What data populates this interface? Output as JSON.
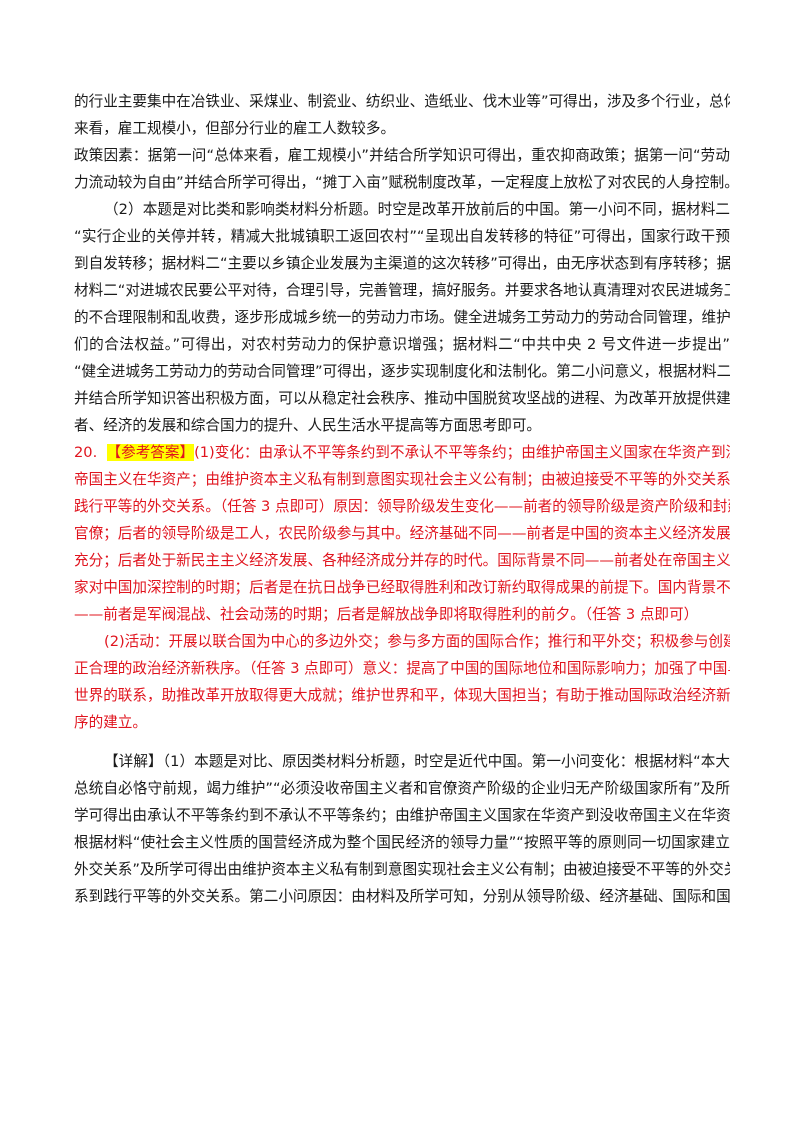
{
  "para1": {
    "lines": [
      "的行业主要集中在冶铁业、采煤业、制瓷业、纺织业、造纸业、伐木业等”可得出，涉及多个行业，总体",
      "来看，雇工规模小，但部分行业的雇工人数较多。"
    ]
  },
  "para2": {
    "lines": [
      "政策因素：据第一问“总体来看，雇工规模小”并结合所学知识可得出，重农抑商政策；据第一问“劳动",
      "力流动较为自由”并结合所学可得出，“摊丁入亩”赋税制度改革，一定程度上放松了对农民的人身控制。"
    ]
  },
  "para3": {
    "lines": [
      "（2）本题是对比类和影响类材料分析题。时空是改革开放前后的中国。第一小问不同，据材料二",
      "“实行企业的关停并转，精减大批城镇职工返回农村”“呈现出自发转移的特征”可得出，国家行政干预",
      "到自发转移；据材料二“主要以乡镇企业发展为主渠道的这次转移”可得出，由无序状态到有序转移；据",
      "材料二“对进城农民要公平对待，合理引导，完善管理，搞好服务。并要求各地认真清理对农民进城务工",
      "的不合理限制和乱收费，逐步形成城乡统一的劳动力市场。健全进城务工劳动力的劳动合同管理，维护他",
      "们的合法权益。”可得出，对农村劳动力的保护意识增强；据材料二“中共中央 2 号文件进一步提出”",
      "“健全进城务工劳动力的劳动合同管理”可得出，逐步实现制度化和法制化。第二小问意义，根据材料二",
      "并结合所学知识答出积极方面，可以从稳定社会秩序、推动中国脱贫攻坚战的进程、为改革开放提供建设",
      "者、经济的发展和综合国力的提升、人民生活水平提高等方面思考即可。"
    ]
  },
  "answer20": {
    "number": "20.",
    "tag": "【参考答案】",
    "first_line_rest": "(1)变化：由承认不平等条约到不承认不平等条约；由维护帝国主义国家在华资产到没收",
    "lines": [
      "帝国主义在华资产；由维护资本主义私有制到意图实现社会主义公有制；由被迫接受不平等的外交关系到",
      "践行平等的外交关系。（任答 3 点即可）原因：领导阶级发生变化——前者的领导阶级是资产阶级和封建",
      "官僚；后者的领导阶级是工人，农民阶级参与其中。经济基础不同——前者是中国的资本主义经济发展不",
      "充分；后者处于新民主主义经济发展、各种经济成分并存的时代。国际背景不同——前者处在帝国主义国",
      "家对中国加深控制的时期；后者是在抗日战争已经取得胜利和改订新约取得成果的前提下。国内背景不同",
      "——前者是军阀混战、社会动荡的时期；后者是解放战争即将取得胜利的前夕。（任答 3 点即可）"
    ],
    "part2_lines": [
      "(2)活动：开展以联合国为中心的多边外交；参与多方面的国际合作；推行和平外交；积极参与创建公",
      "正合理的政治经济新秩序。（任答 3 点即可）意义：提高了中国的国际地位和国际影响力；加强了中国与",
      "世界的联系，助推改革开放取得更大成就；维护世界和平，体现大国担当；有助于推动国际政治经济新秩",
      "序的建立。"
    ]
  },
  "detail": {
    "lines": [
      "【详解】（1）本题是对比、原因类材料分析题，时空是近代中国。第一小问变化：根据材料“本大",
      "总统自必恪守前规，竭力维护”“必须没收帝国主义者和官僚资产阶级的企业归无产阶级国家所有”及所",
      "学可得出由承认不平等条约到不承认不平等条约；由维护帝国主义国家在华资产到没收帝国主义在华资产；",
      "根据材料“使社会主义性质的国营经济成为整个国民经济的领导力量”“按照平等的原则同一切国家建立",
      "外交关系”及所学可得出由维护资本主义私有制到意图实现社会主义公有制；由被迫接受不平等的外交关",
      "系到践行平等的外交关系。第二小问原因：由材料及所学可知，分别从领导阶级、经济基础、国际和国内"
    ]
  }
}
